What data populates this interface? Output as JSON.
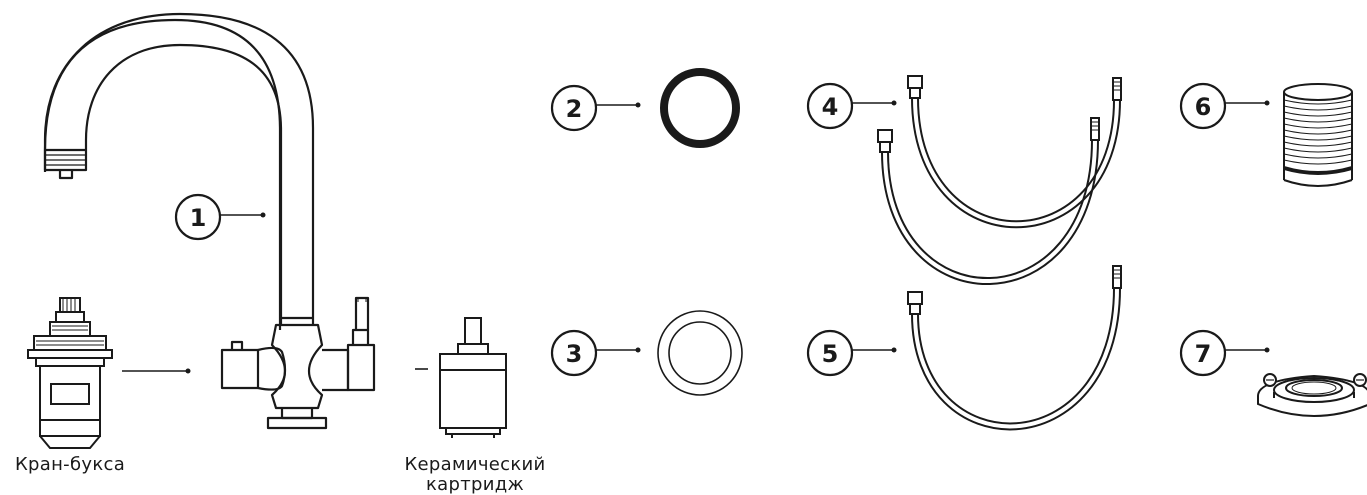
{
  "callouts": {
    "c1": "1",
    "c2": "2",
    "c3": "3",
    "c4": "4",
    "c5": "5",
    "c6": "6",
    "c7": "7"
  },
  "labels": {
    "kran_buksa": "Кран-букса",
    "cartridge_line1": "Керамический",
    "cartridge_line2": "картридж"
  },
  "colors": {
    "ink": "#1a1a1a",
    "background": "#ffffff"
  }
}
